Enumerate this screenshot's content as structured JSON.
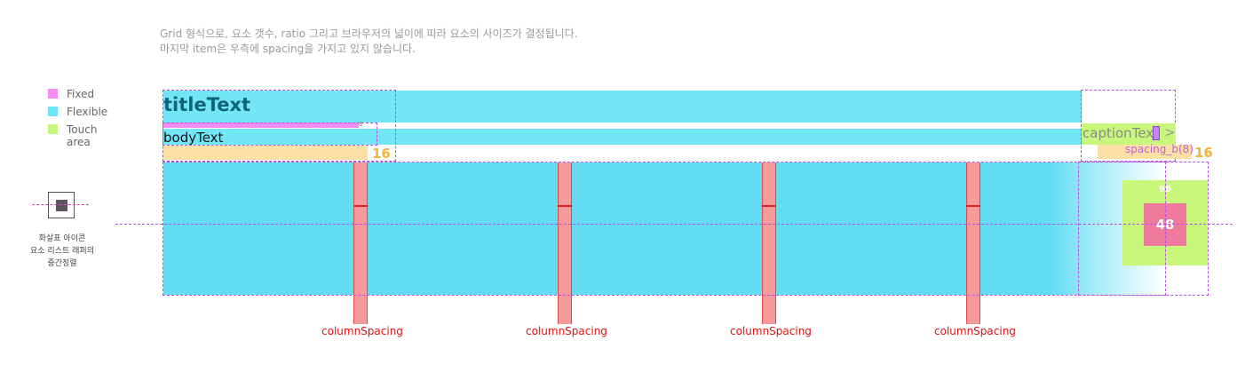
{
  "description": {
    "line1": "Grid 형식으로, 요소 갯수, ratio 그리고 브라우저의 넓이에 따라 요소의 사이즈가 결정됩니다.",
    "line2": "마지막 item은 우측에 spacing을 가지고 있지 않습니다."
  },
  "legend": [
    {
      "label": "Fixed",
      "color": "#f58ef0"
    },
    {
      "label": "Flexible",
      "color": "#72e6f7"
    },
    {
      "label": "Touch area",
      "color": "#c8f77b"
    }
  ],
  "arrow_note": {
    "line1": "화살표 아이콘",
    "line2": "요소 리스트 래퍼의",
    "line3": "중간정렬"
  },
  "header": {
    "title": "titleText",
    "body": "bodyText",
    "caption": "captionText",
    "caption_arrow": ">",
    "small_spacing": "8",
    "spacing_16_left": "16",
    "spacing_16_right": "16",
    "spacing_b": "spacing_b(8)"
  },
  "grid": {
    "column_spacing_label": "columnSpacing",
    "column_spacings": [
      "columnSpacing",
      "columnSpacing",
      "columnSpacing",
      "columnSpacing"
    ]
  },
  "arrow_button": {
    "touch_size": "96",
    "icon_size": "48"
  },
  "colors": {
    "fixed": "#f58ef0",
    "flexible": "#72e6f7",
    "touch": "#c8f77b",
    "guide": "#b64fe6",
    "column_spacing": "#f59a9a",
    "spacing_number": "#f5b33c"
  }
}
